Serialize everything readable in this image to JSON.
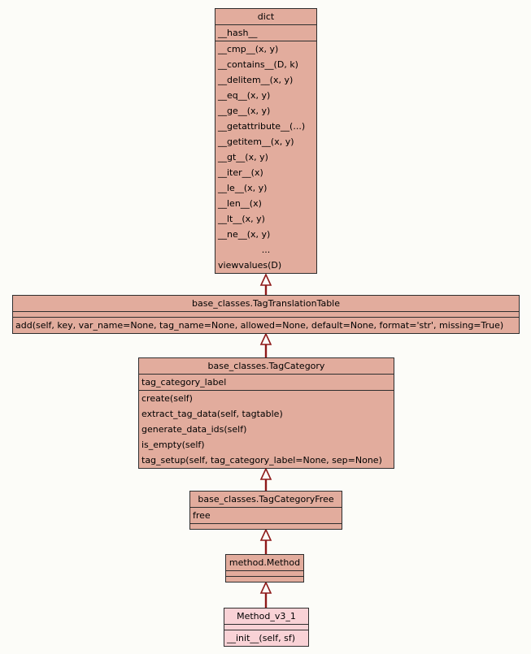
{
  "colors": {
    "background": "#fcfcf8",
    "class_fill": "#e2ac9d",
    "highlight_class_fill": "#f9d2d6",
    "box_border": "#2e2e2e",
    "arrow": "#8e1a1a",
    "text": "#000000"
  },
  "classes": {
    "dict": {
      "title": "dict",
      "attributes": [
        "__hash__"
      ],
      "methods": [
        "__cmp__(x, y)",
        "__contains__(D, k)",
        "__delitem__(x, y)",
        "__eq__(x, y)",
        "__ge__(x, y)",
        "__getattribute__(...)",
        "__getitem__(x, y)",
        "__gt__(x, y)",
        "__iter__(x)",
        "__le__(x, y)",
        "__len__(x)",
        "__lt__(x, y)",
        "__ne__(x, y)",
        "...",
        "viewvalues(D)"
      ]
    },
    "tag_translation_table": {
      "title": "base_classes.TagTranslationTable",
      "attributes": [],
      "methods": [
        "add(self, key, var_name=None, tag_name=None, allowed=None, default=None, format='str', missing=True)"
      ]
    },
    "tag_category": {
      "title": "base_classes.TagCategory",
      "attributes": [
        "tag_category_label"
      ],
      "methods": [
        "create(self)",
        "extract_tag_data(self, tagtable)",
        "generate_data_ids(self)",
        "is_empty(self)",
        "tag_setup(self, tag_category_label=None, sep=None)"
      ]
    },
    "tag_category_free": {
      "title": "base_classes.TagCategoryFree",
      "attributes": [
        "free"
      ],
      "methods": []
    },
    "method_method": {
      "title": "method.Method",
      "attributes": [],
      "methods": []
    },
    "method_v3_1": {
      "title": "Method_v3_1",
      "attributes": [],
      "methods": [
        "__init__(self, sf)"
      ]
    }
  },
  "relationships": [
    {
      "from": "base_classes.TagTranslationTable",
      "to": "dict",
      "type": "inheritance"
    },
    {
      "from": "base_classes.TagCategory",
      "to": "base_classes.TagTranslationTable",
      "type": "inheritance"
    },
    {
      "from": "base_classes.TagCategoryFree",
      "to": "base_classes.TagCategory",
      "type": "inheritance"
    },
    {
      "from": "method.Method",
      "to": "base_classes.TagCategoryFree",
      "type": "inheritance"
    },
    {
      "from": "Method_v3_1",
      "to": "method.Method",
      "type": "inheritance"
    }
  ]
}
